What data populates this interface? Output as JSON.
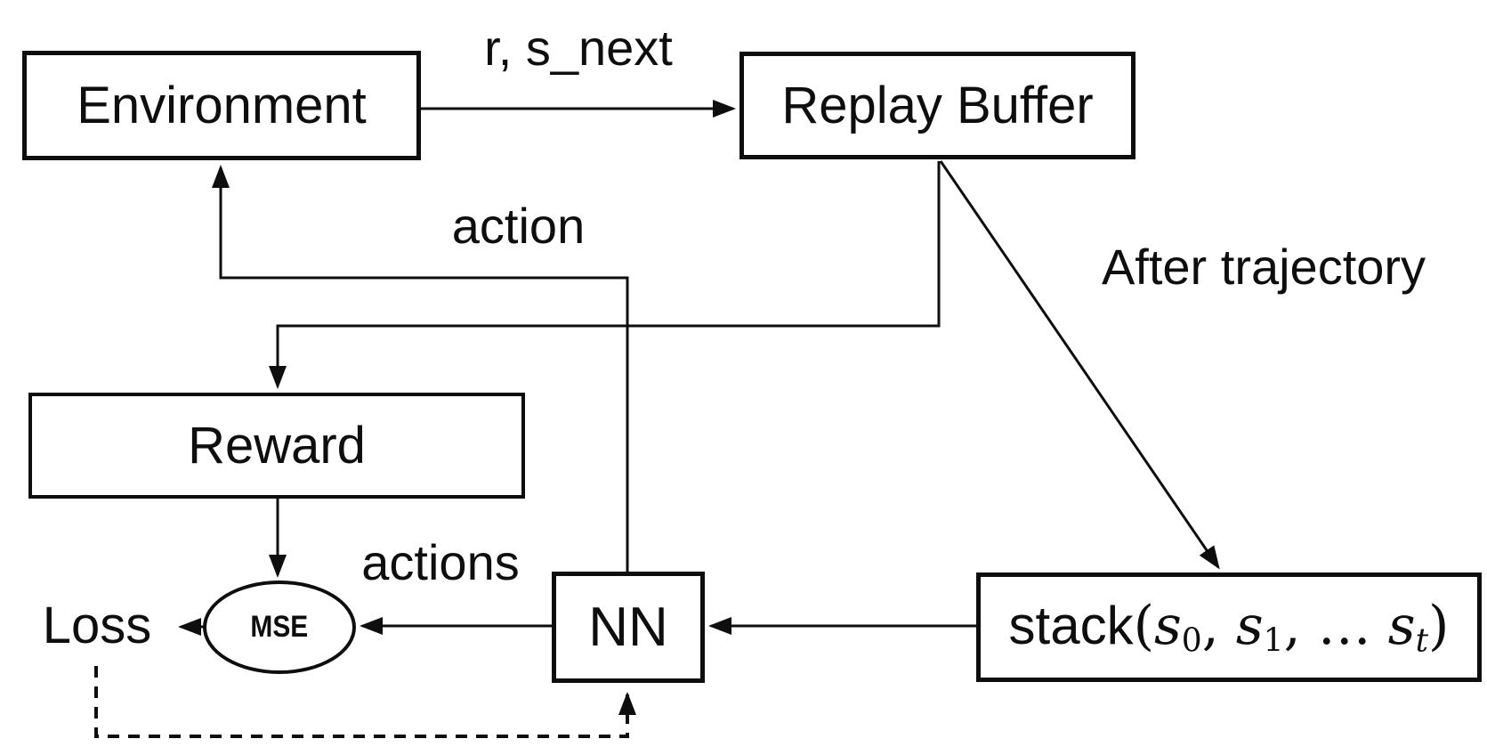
{
  "diagram": {
    "colors": {
      "ink": "#0e0e0e",
      "background": "#ffffff"
    },
    "nodes": {
      "environment": {
        "label": "Environment"
      },
      "replay_buffer": {
        "label": "Replay Buffer"
      },
      "reward": {
        "label": "Reward"
      },
      "nn": {
        "label": "NN"
      },
      "mse": {
        "label": "MSE"
      },
      "loss": {
        "label": "Loss"
      },
      "stack": {
        "prefix": "stack",
        "open_paren": "(",
        "var": "s",
        "sub_0": "0",
        "sep_first": ", ",
        "sub_1": "1",
        "sep_ellipsis": ", … ",
        "sub_t": "t",
        "close_paren": ")"
      }
    },
    "edge_labels": {
      "r_s_next": "r, s_next",
      "action": "action",
      "actions": "actions",
      "after_trajectory": "After trajectory"
    }
  }
}
